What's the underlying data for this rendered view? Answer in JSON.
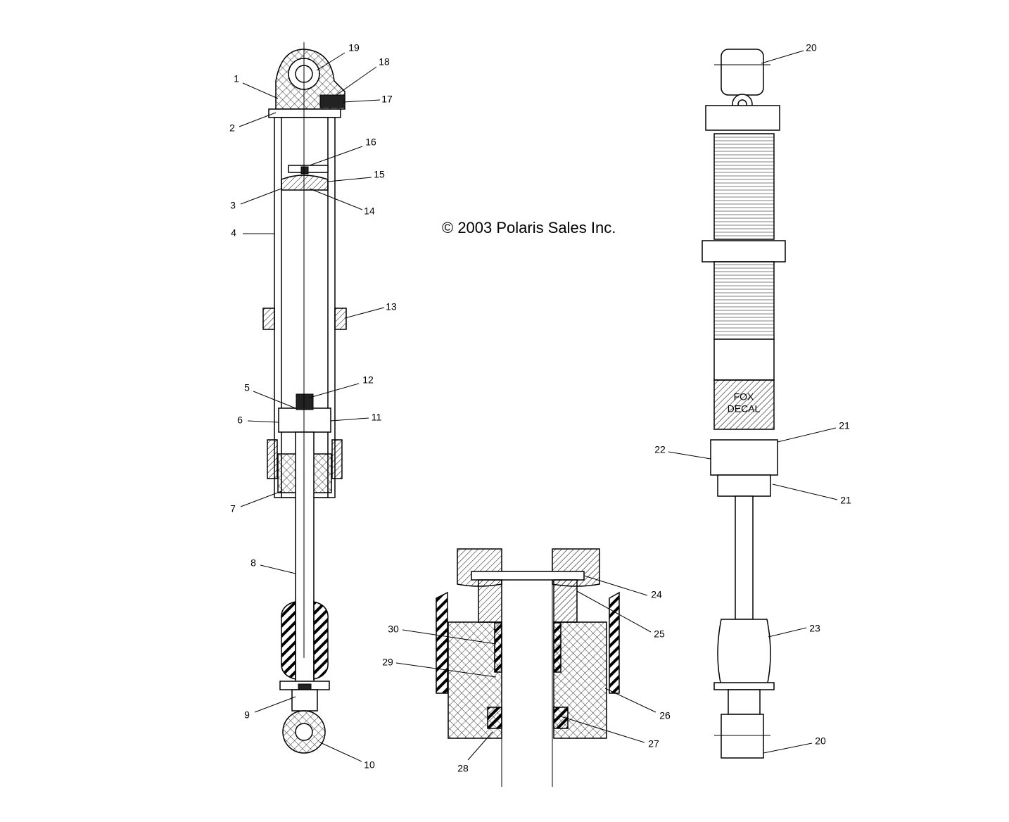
{
  "title": "© 2003 Polaris Sales Inc.",
  "decal_text": [
    "FOX",
    "DECAL"
  ],
  "callouts": [
    "19",
    "18",
    "1",
    "17",
    "2",
    "16",
    "15",
    "3",
    "14",
    "4",
    "13",
    "12",
    "5",
    "6",
    "11",
    "7",
    "8",
    "9",
    "10",
    "20",
    "21",
    "22",
    "21",
    "23",
    "24",
    "25",
    "30",
    "29",
    "26",
    "27",
    "28",
    "20"
  ]
}
